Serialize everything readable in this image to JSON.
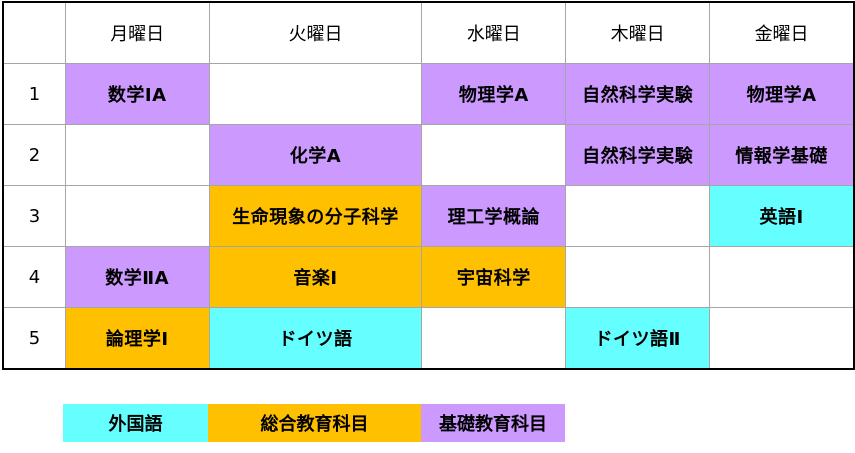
{
  "colors": {
    "foreign": "#66ffff",
    "general": "#ffc000",
    "basic": "#cc99ff"
  },
  "header": {
    "corner": "",
    "days": [
      "月曜日",
      "火曜日",
      "水曜日",
      "木曜日",
      "金曜日"
    ]
  },
  "rows": [
    {
      "period": "1",
      "cells": [
        {
          "text": "数学ⅠA",
          "cat": "basic"
        },
        {
          "text": "",
          "cat": ""
        },
        {
          "text": "物理学A",
          "cat": "basic"
        },
        {
          "text": "自然科学実験",
          "cat": "basic"
        },
        {
          "text": "物理学A",
          "cat": "basic"
        }
      ]
    },
    {
      "period": "2",
      "cells": [
        {
          "text": "",
          "cat": ""
        },
        {
          "text": "化学A",
          "cat": "basic"
        },
        {
          "text": "",
          "cat": ""
        },
        {
          "text": "自然科学実験",
          "cat": "basic"
        },
        {
          "text": "情報学基礎",
          "cat": "basic"
        }
      ]
    },
    {
      "period": "3",
      "cells": [
        {
          "text": "",
          "cat": ""
        },
        {
          "text": "生命現象の分子科学",
          "cat": "general"
        },
        {
          "text": "理工学概論",
          "cat": "basic"
        },
        {
          "text": "",
          "cat": ""
        },
        {
          "text": "英語Ⅰ",
          "cat": "foreign"
        }
      ]
    },
    {
      "period": "4",
      "cells": [
        {
          "text": "数学ⅡA",
          "cat": "basic"
        },
        {
          "text": "音楽Ⅰ",
          "cat": "general"
        },
        {
          "text": "宇宙科学",
          "cat": "general"
        },
        {
          "text": "",
          "cat": ""
        },
        {
          "text": "",
          "cat": ""
        }
      ]
    },
    {
      "period": "5",
      "cells": [
        {
          "text": "論理学Ⅰ",
          "cat": "general"
        },
        {
          "text": "ドイツ語",
          "cat": "foreign"
        },
        {
          "text": "",
          "cat": ""
        },
        {
          "text": "ドイツ語Ⅱ",
          "cat": "foreign"
        },
        {
          "text": "",
          "cat": ""
        }
      ]
    }
  ],
  "legend": [
    {
      "label": "外国語",
      "cat": "foreign"
    },
    {
      "label": "総合教育科目",
      "cat": "general"
    },
    {
      "label": "基礎教育科目",
      "cat": "basic"
    }
  ]
}
